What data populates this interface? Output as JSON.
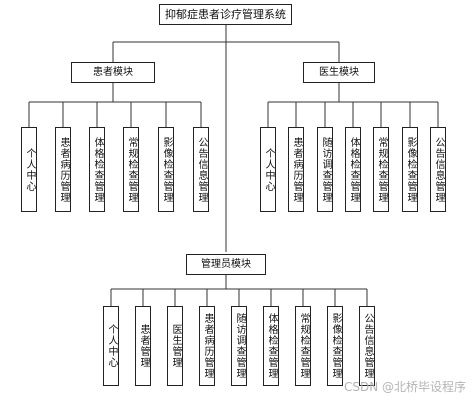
{
  "root": "抑郁症患者诊疗管理系统",
  "patient": {
    "title": "患者模块",
    "items": [
      "个人中心",
      "患者病历管理",
      "体格检查管理",
      "常规检查管理",
      "影像检查管理",
      "公告信息管理"
    ]
  },
  "doctor": {
    "title": "医生模块",
    "items": [
      "个人中心",
      "患者病历管理",
      "随访调查管理",
      "体格检查管理",
      "常规检查管理",
      "影像检查管理",
      "公告信息管理"
    ]
  },
  "admin": {
    "title": "管理员模块",
    "items": [
      "个人中心",
      "患者管理",
      "医生管理",
      "患者病历管理",
      "随访调查管理",
      "体格检查管理",
      "常规检查管理",
      "影像检查管理",
      "公告信息管理"
    ]
  },
  "watermark": "CSDN @北桥毕设程序"
}
